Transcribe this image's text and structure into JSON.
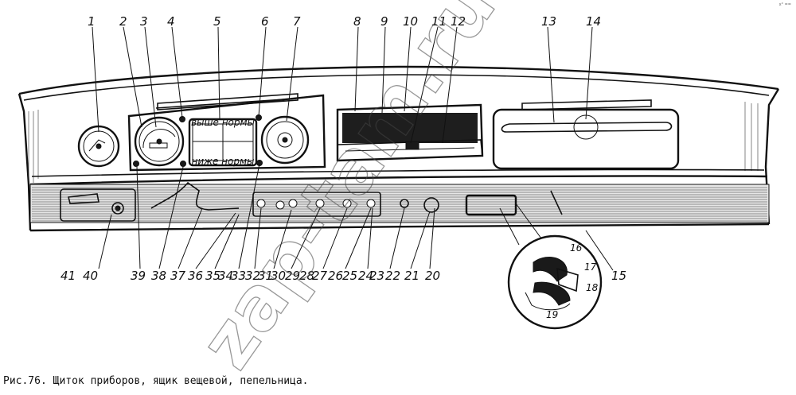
{
  "caption": "Рис.76. Щиток  приборов, ящик  вещевой, пепельница.",
  "corner_mark": "x° ==",
  "watermark": "zap-tam.ru",
  "gauge_text": {
    "center_top": "выше нормы",
    "center_bottom": "ниже нормы"
  },
  "callouts": [
    {
      "id": "c1",
      "label": "1"
    },
    {
      "id": "c2",
      "label": "2"
    },
    {
      "id": "c3",
      "label": "3"
    },
    {
      "id": "c4",
      "label": "4"
    },
    {
      "id": "c5",
      "label": "5"
    },
    {
      "id": "c6",
      "label": "6"
    },
    {
      "id": "c7",
      "label": "7"
    },
    {
      "id": "c8",
      "label": "8"
    },
    {
      "id": "c9",
      "label": "9"
    },
    {
      "id": "c10",
      "label": "10"
    },
    {
      "id": "c11",
      "label": "11"
    },
    {
      "id": "c12",
      "label": "12"
    },
    {
      "id": "c13",
      "label": "13"
    },
    {
      "id": "c14",
      "label": "14"
    },
    {
      "id": "c15",
      "label": "15"
    },
    {
      "id": "c16",
      "label": "16"
    },
    {
      "id": "c17",
      "label": "17"
    },
    {
      "id": "c18",
      "label": "18"
    },
    {
      "id": "c19",
      "label": "19"
    },
    {
      "id": "c20",
      "label": "20"
    },
    {
      "id": "c21",
      "label": "21"
    },
    {
      "id": "c22",
      "label": "22"
    },
    {
      "id": "c23",
      "label": "23"
    },
    {
      "id": "c24",
      "label": "24"
    },
    {
      "id": "c25",
      "label": "25"
    },
    {
      "id": "c26",
      "label": "26"
    },
    {
      "id": "c27",
      "label": "27"
    },
    {
      "id": "c28",
      "label": "28"
    },
    {
      "id": "c29",
      "label": "29"
    },
    {
      "id": "c30",
      "label": "30"
    },
    {
      "id": "c31",
      "label": "31"
    },
    {
      "id": "c32",
      "label": "32"
    },
    {
      "id": "c33",
      "label": "33"
    },
    {
      "id": "c34",
      "label": "34"
    },
    {
      "id": "c35",
      "label": "35"
    },
    {
      "id": "c36",
      "label": "36"
    },
    {
      "id": "c37",
      "label": "37"
    },
    {
      "id": "c38",
      "label": "38"
    },
    {
      "id": "c39",
      "label": "39"
    },
    {
      "id": "c40",
      "label": "40"
    },
    {
      "id": "c41",
      "label": "41"
    }
  ]
}
